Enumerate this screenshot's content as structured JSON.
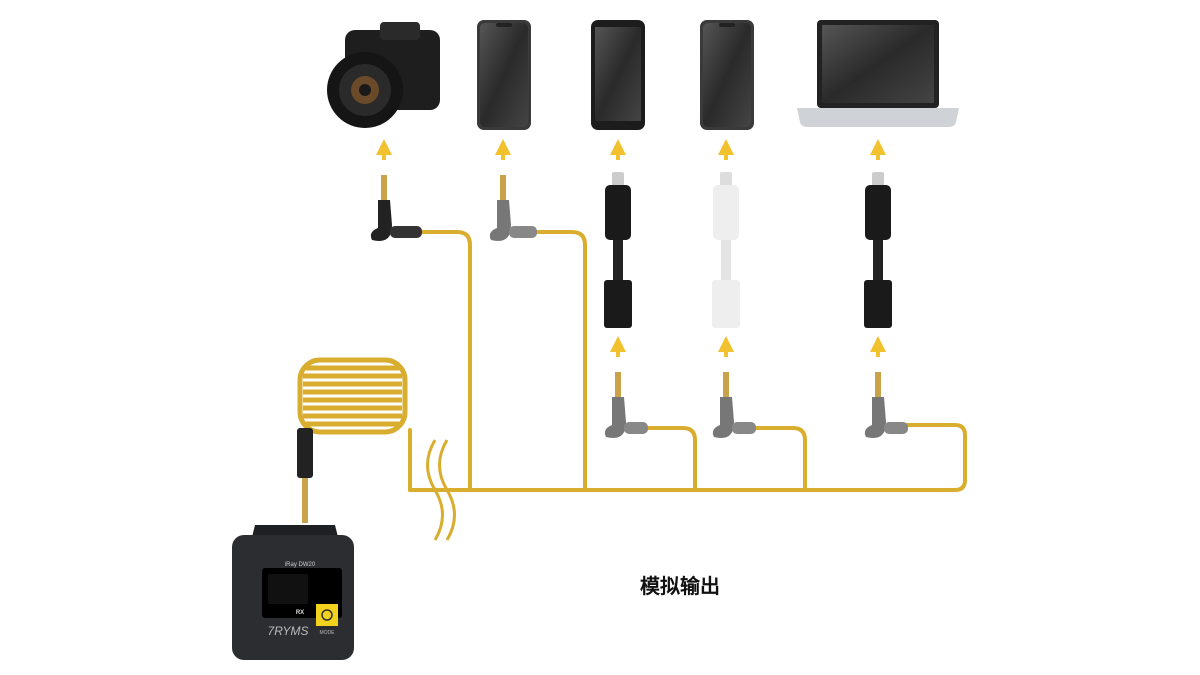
{
  "caption": "模拟输出",
  "receiver": {
    "model": "iRay DW20",
    "screen_label": "RX",
    "brand": "7RYMS",
    "mode_label": "MODE"
  },
  "targets": [
    "camera",
    "phone",
    "android-phone",
    "iphone",
    "laptop"
  ],
  "colors": {
    "cable": "#d9ad2e",
    "arrow": "#f2c12e",
    "device": "#2b2d30"
  }
}
